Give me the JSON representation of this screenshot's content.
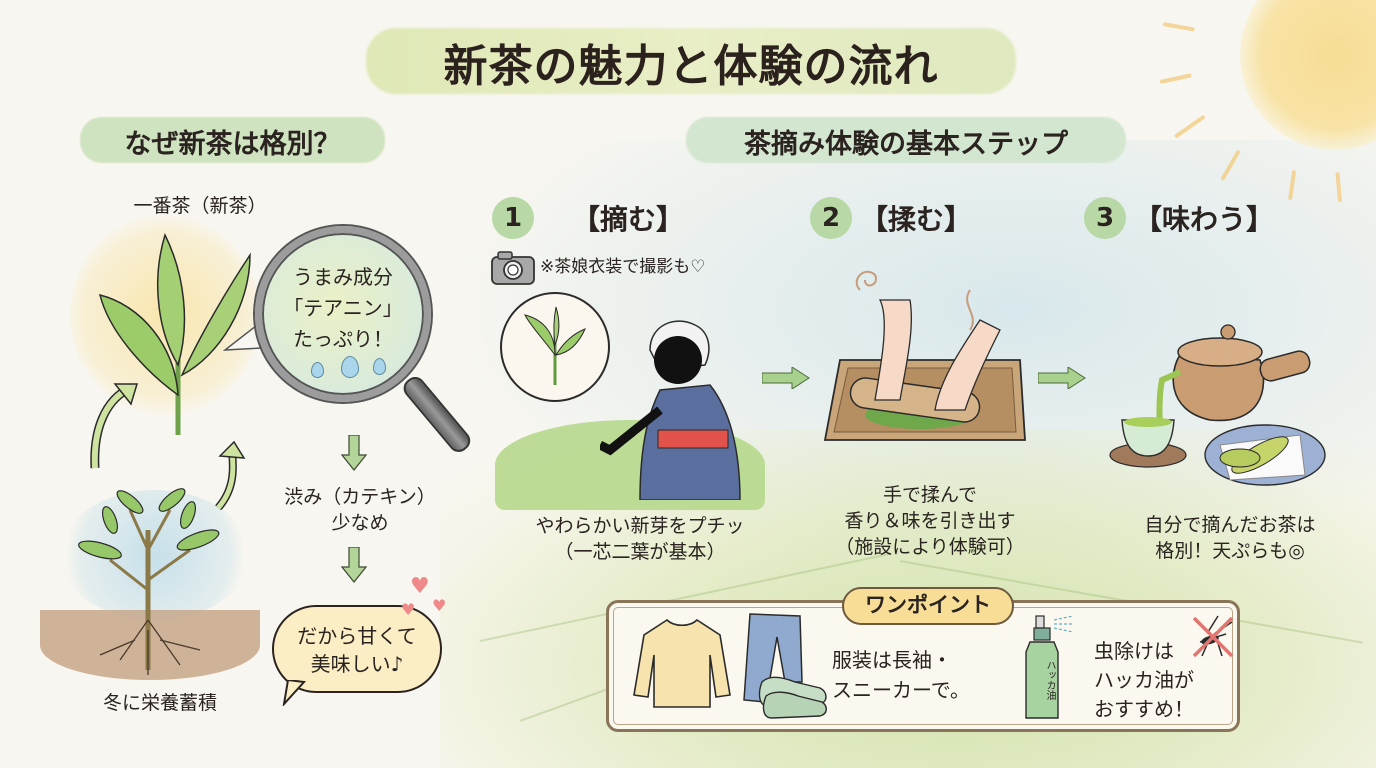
{
  "title": "新茶の魅力と体験の流れ",
  "left_section": {
    "heading": "なぜ新茶は格別？",
    "top_label": "一番茶（新茶）",
    "bottom_label": "冬に栄養蓄積",
    "magnifier": {
      "line1": "うまみ成分",
      "line2": "「テアニン」",
      "line3": "たっぷり！"
    },
    "point2": {
      "line1": "渋み（カテキン）",
      "line2": "少なめ"
    },
    "bubble": {
      "line1": "だから甘くて",
      "line2": "美味しい♪"
    }
  },
  "right_section": {
    "heading": "茶摘み体験の基本ステップ",
    "steps": [
      {
        "number": "1",
        "label": "【摘む】",
        "note": "※茶娘衣装で撮影も♡",
        "desc_line1": "やわらかい新芽をプチッ",
        "desc_line2": "（一芯二葉が基本）"
      },
      {
        "number": "2",
        "label": "【揉む】",
        "desc_line1": "手で揉んで",
        "desc_line2": "香り＆味を引き出す",
        "desc_line3": "（施設により体験可）"
      },
      {
        "number": "3",
        "label": "【味わう】",
        "desc_line1": "自分で摘んだお茶は",
        "desc_line2": "格別！天ぷらも◎"
      }
    ]
  },
  "one_point": {
    "tag": "ワンポイント",
    "clothing_line1": "服装は長袖・",
    "clothing_line2": "スニーカーで。",
    "bottle_label": "ハッカ油",
    "bug_line1": "虫除けは",
    "bug_line2": "ハッカ油が",
    "bug_line3": "おすすめ！"
  },
  "colors": {
    "leaf_green": "#8dc063",
    "accent_green": "#b8d8a6",
    "tag_yellow": "#f8dd97",
    "sun_yellow": "#f7dd94",
    "text_dark": "#2a2320"
  }
}
